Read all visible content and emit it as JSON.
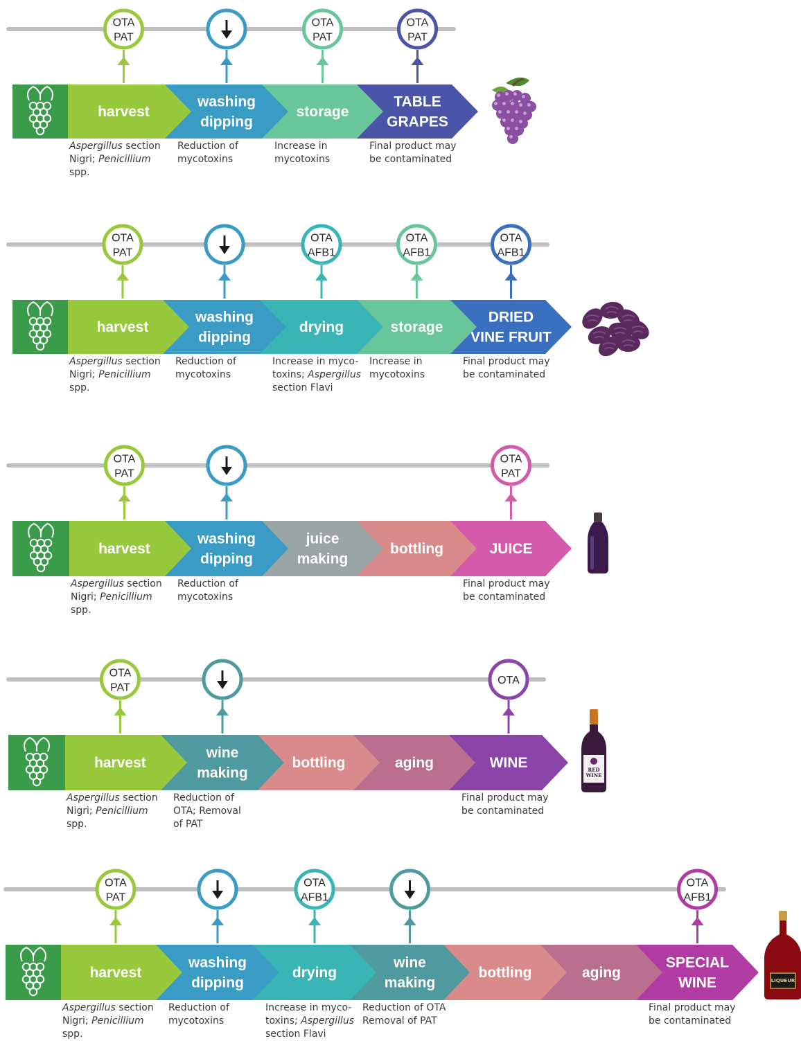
{
  "colors": {
    "harvest": "#98c93c",
    "washing": "#3a9bc4",
    "drying": "#3ab5b5",
    "storage": "#68c69a",
    "table_grapes": "#4a55a8",
    "dried_vine_fruit": "#3a6fc0",
    "juice_making": "#9aa5a5",
    "bottling": "#d98a8a",
    "juice": "#d45aab",
    "wine_making": "#4e9a9f",
    "aging": "#bb6f8f",
    "wine": "#8b45a8",
    "special_wine": "#b03ca3",
    "timeline": "#bfbfbf",
    "grape_box": "#3a9c4a",
    "down_arrow": "#1a1a1a"
  },
  "rows": [
    {
      "id": "table-grapes",
      "product_icon": "grapes-icon",
      "steps": [
        {
          "label": [
            "harvest"
          ],
          "color": "harvest",
          "badge": {
            "type": "text",
            "lines": [
              "OTA",
              "PAT"
            ],
            "color": "harvest"
          },
          "note": {
            "italic1": "Aspergillus",
            "rest1": " section",
            "line2a": "Nigri; ",
            "italic2": "Penicillium",
            "line3": "spp."
          }
        },
        {
          "label": [
            "washing",
            "dipping"
          ],
          "color": "washing",
          "badge": {
            "type": "arrow",
            "color": "washing"
          },
          "note": {
            "plain": [
              "Reduction of",
              "mycotoxins"
            ]
          }
        },
        {
          "label": [
            "storage"
          ],
          "color": "storage",
          "badge": {
            "type": "text",
            "lines": [
              "OTA",
              "PAT"
            ],
            "color": "storage"
          },
          "note": {
            "plain": [
              "Increase in",
              "mycotoxins"
            ]
          }
        },
        {
          "label": [
            "TABLE",
            "GRAPES"
          ],
          "color": "table_grapes",
          "badge": {
            "type": "text",
            "lines": [
              "OTA",
              "PAT"
            ],
            "color": "table_grapes"
          },
          "note": {
            "plain": [
              "Final product may",
              "be contaminated"
            ]
          }
        }
      ]
    },
    {
      "id": "dried-vine-fruit",
      "product_icon": "raisins-icon",
      "steps": [
        {
          "label": [
            "harvest"
          ],
          "color": "harvest",
          "badge": {
            "type": "text",
            "lines": [
              "OTA",
              "PAT"
            ],
            "color": "harvest"
          },
          "note": {
            "italic1": "Aspergillus",
            "rest1": " section",
            "line2a": "Nigri; ",
            "italic2": "Penicillium",
            "line3": "spp."
          }
        },
        {
          "label": [
            "washing",
            "dipping"
          ],
          "color": "washing",
          "badge": {
            "type": "arrow",
            "color": "washing"
          },
          "note": {
            "plain": [
              "Reduction of",
              "mycotoxins"
            ]
          }
        },
        {
          "label": [
            "drying"
          ],
          "color": "drying",
          "badge": {
            "type": "text",
            "lines": [
              "OTA",
              "AFB1"
            ],
            "color": "drying"
          },
          "note": {
            "mixed": [
              "Increase in myco-",
              "toxins; ",
              "Aspergillus",
              "section Flavi"
            ]
          }
        },
        {
          "label": [
            "storage"
          ],
          "color": "storage",
          "badge": {
            "type": "text",
            "lines": [
              "OTA",
              "AFB1"
            ],
            "color": "storage"
          },
          "note": {
            "plain": [
              "Increase in",
              "mycotoxins"
            ]
          }
        },
        {
          "label": [
            "DRIED",
            "VINE FRUIT"
          ],
          "color": "dried_vine_fruit",
          "badge": {
            "type": "text",
            "lines": [
              "OTA",
              "AFB1"
            ],
            "color": "dried_vine_fruit"
          },
          "note": {
            "plain": [
              "Final product may",
              "be contaminated"
            ]
          }
        }
      ]
    },
    {
      "id": "juice",
      "product_icon": "juice-bottle-icon",
      "steps": [
        {
          "label": [
            "harvest"
          ],
          "color": "harvest",
          "badge": {
            "type": "text",
            "lines": [
              "OTA",
              "PAT"
            ],
            "color": "harvest"
          },
          "note": {
            "italic1": "Aspergillus",
            "rest1": " section",
            "line2a": "Nigri; ",
            "italic2": "Penicillium",
            "line3": "spp."
          }
        },
        {
          "label": [
            "washing",
            "dipping"
          ],
          "color": "washing",
          "badge": {
            "type": "arrow",
            "color": "washing"
          },
          "note": {
            "plain": [
              "Reduction of",
              "mycotoxins"
            ]
          }
        },
        {
          "label": [
            "juice",
            "making"
          ],
          "color": "juice_making",
          "badge": null,
          "note": null
        },
        {
          "label": [
            "bottling"
          ],
          "color": "bottling",
          "badge": null,
          "note": null
        },
        {
          "label": [
            "JUICE"
          ],
          "color": "juice",
          "badge": {
            "type": "text",
            "lines": [
              "OTA",
              "PAT"
            ],
            "color": "juice"
          },
          "note": {
            "plain": [
              "Final product may",
              "be contaminated"
            ]
          }
        }
      ]
    },
    {
      "id": "wine",
      "product_icon": "wine-bottle-icon",
      "product_label": [
        "RED",
        "WINE"
      ],
      "steps": [
        {
          "label": [
            "harvest"
          ],
          "color": "harvest",
          "badge": {
            "type": "text",
            "lines": [
              "OTA",
              "PAT"
            ],
            "color": "harvest"
          },
          "note": {
            "italic1": "Aspergillus",
            "rest1": " section",
            "line2a": "Nigri; ",
            "italic2": "Penicillium",
            "line3": "spp."
          }
        },
        {
          "label": [
            "wine",
            "making"
          ],
          "color": "wine_making",
          "badge": {
            "type": "arrow",
            "color": "wine_making"
          },
          "note": {
            "plain": [
              "Reduction of",
              "OTA; Removal",
              "of PAT"
            ]
          }
        },
        {
          "label": [
            "bottling"
          ],
          "color": "bottling",
          "badge": null,
          "note": null
        },
        {
          "label": [
            "aging"
          ],
          "color": "aging",
          "badge": null,
          "note": null
        },
        {
          "label": [
            "WINE"
          ],
          "color": "wine",
          "badge": {
            "type": "text",
            "lines": [
              "OTA"
            ],
            "color": "wine"
          },
          "note": {
            "plain": [
              "Final product may",
              "be contaminated"
            ]
          }
        }
      ]
    },
    {
      "id": "special-wine",
      "product_icon": "liqueur-bottle-icon",
      "product_label": [
        "LIQUEUR"
      ],
      "steps": [
        {
          "label": [
            "harvest"
          ],
          "color": "harvest",
          "badge": {
            "type": "text",
            "lines": [
              "OTA",
              "PAT"
            ],
            "color": "harvest"
          },
          "note": {
            "italic1": "Aspergillus",
            "rest1": " section",
            "line2a": "Nigri; ",
            "italic2": "Penicillium",
            "line3": "spp."
          }
        },
        {
          "label": [
            "washing",
            "dipping"
          ],
          "color": "washing",
          "badge": {
            "type": "arrow",
            "color": "washing"
          },
          "note": {
            "plain": [
              "Reduction of",
              "mycotoxins"
            ]
          }
        },
        {
          "label": [
            "drying"
          ],
          "color": "drying",
          "badge": {
            "type": "text",
            "lines": [
              "OTA",
              "AFB1"
            ],
            "color": "drying"
          },
          "note": {
            "mixed": [
              "Increase in myco-",
              "toxins; ",
              "Aspergillus",
              "section Flavi"
            ]
          }
        },
        {
          "label": [
            "wine",
            "making"
          ],
          "color": "wine_making",
          "badge": {
            "type": "arrow",
            "color": "wine_making"
          },
          "note": {
            "plain": [
              "Reduction of OTA",
              "Removal of PAT"
            ]
          }
        },
        {
          "label": [
            "bottling"
          ],
          "color": "bottling",
          "badge": null,
          "note": null
        },
        {
          "label": [
            "aging"
          ],
          "color": "aging",
          "badge": null,
          "note": null
        },
        {
          "label": [
            "SPECIAL",
            "WINE"
          ],
          "color": "special_wine",
          "badge": {
            "type": "text",
            "lines": [
              "OTA",
              "AFB1"
            ],
            "color": "special_wine"
          },
          "note": {
            "plain": [
              "Final product may",
              "be contaminated"
            ]
          }
        }
      ]
    }
  ]
}
